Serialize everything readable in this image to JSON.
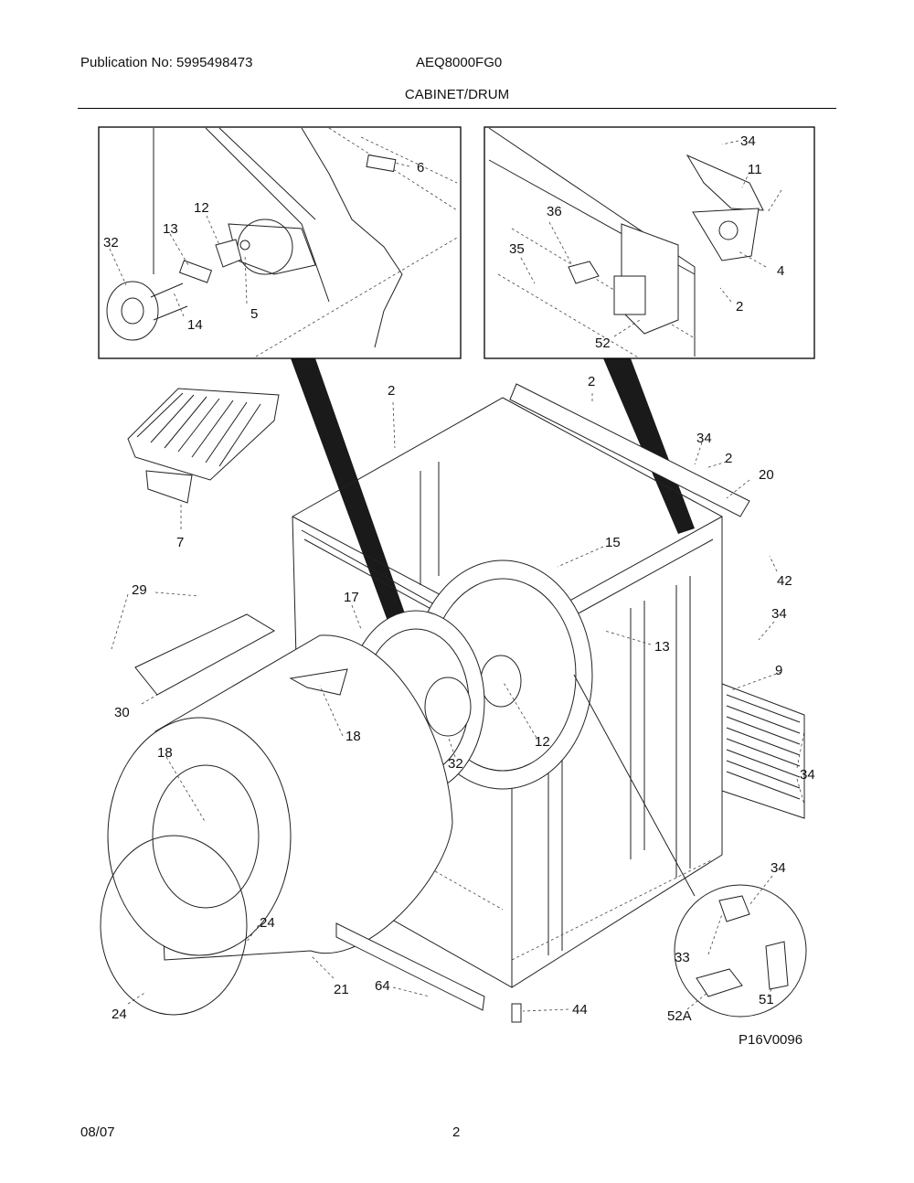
{
  "header": {
    "publication": "Publication No: 5995498473",
    "model": "AEQ8000FG0",
    "section": "CABINET/DRUM"
  },
  "diagram": {
    "code": "P16V0096",
    "labels": [
      "6",
      "12",
      "13",
      "32",
      "14",
      "5",
      "34",
      "11",
      "36",
      "35",
      "4",
      "2",
      "52",
      "2",
      "2",
      "34",
      "2",
      "20",
      "7",
      "15",
      "42",
      "29",
      "17",
      "34",
      "13",
      "9",
      "30",
      "18",
      "18",
      "12",
      "32",
      "34",
      "34",
      "24",
      "33",
      "51",
      "24",
      "21",
      "64",
      "44",
      "52A"
    ]
  },
  "footer": {
    "date": "08/07",
    "page": "2"
  }
}
